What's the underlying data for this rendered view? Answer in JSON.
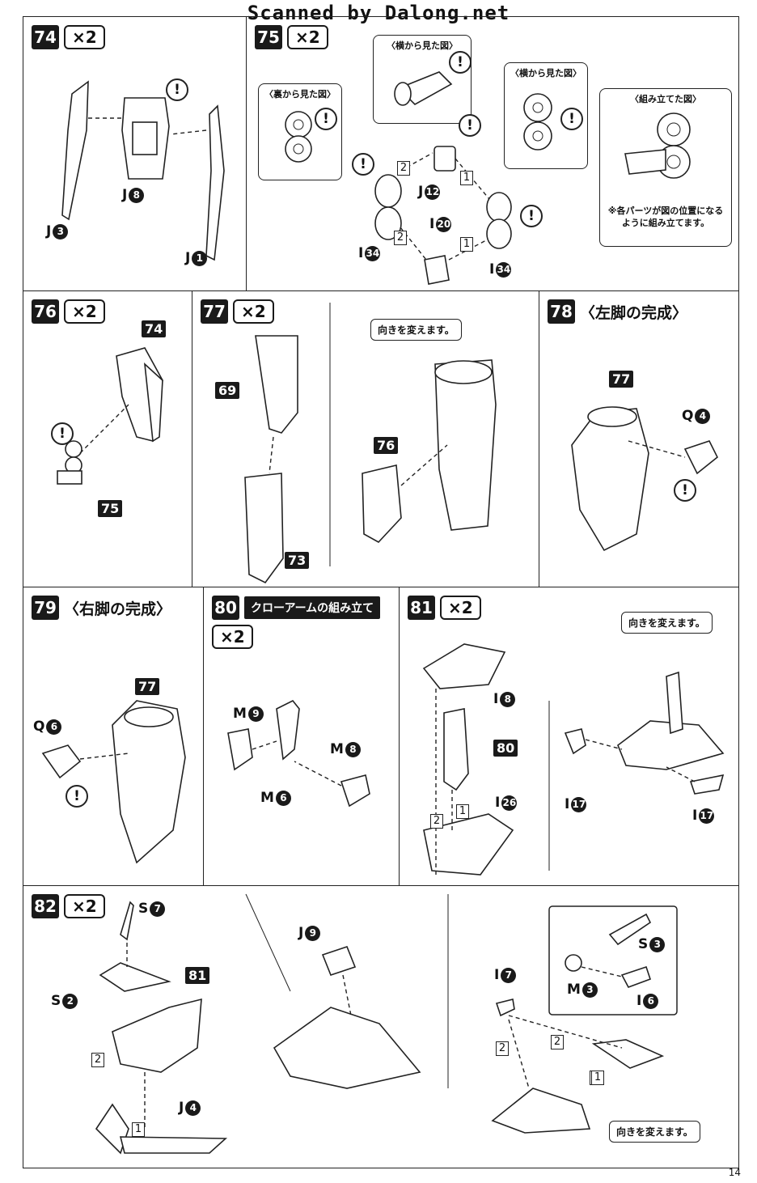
{
  "header": {
    "text": "Scanned by Dalong.net"
  },
  "page_number": "14",
  "warning_symbol": "!",
  "steps": [
    {
      "num": "74",
      "qty": "×2",
      "labels": {
        "j3": {
          "letter": "J",
          "n": "3"
        },
        "j8": {
          "letter": "J",
          "n": "8"
        },
        "j1": {
          "letter": "J",
          "n": "1"
        }
      }
    },
    {
      "num": "75",
      "qty": "×2",
      "callouts": {
        "back": "〈裏から見た図〉",
        "side1": "〈横から見た図〉",
        "side2": "〈横から見た図〉",
        "assembled": "〈組み立てた図〉"
      },
      "note": "※各パーツが図の位置になるように組み立てます。",
      "labels": {
        "j12": {
          "letter": "J",
          "n": "12"
        },
        "i20": {
          "letter": "I",
          "n": "20"
        },
        "i34a": {
          "letter": "I",
          "n": "34"
        },
        "i34b": {
          "letter": "I",
          "n": "34"
        }
      },
      "seq": [
        "2",
        "1",
        "2",
        "1"
      ]
    },
    {
      "num": "76",
      "qty": "×2",
      "refs": [
        "74",
        "75"
      ]
    },
    {
      "num": "77",
      "qty": "×2",
      "refs": [
        "69",
        "73",
        "76"
      ],
      "bubble": "向きを変えます。"
    },
    {
      "num": "78",
      "title": "〈左脚の完成〉",
      "refs": [
        "77"
      ],
      "labels": {
        "q4": {
          "letter": "Q",
          "n": "4"
        }
      }
    },
    {
      "num": "79",
      "title": "〈右脚の完成〉",
      "refs": [
        "77"
      ],
      "labels": {
        "q6": {
          "letter": "Q",
          "n": "6"
        }
      }
    },
    {
      "num": "80",
      "banner": "クローアームの組み立て",
      "qty": "×2",
      "labels": {
        "m9": {
          "letter": "M",
          "n": "9"
        },
        "m8": {
          "letter": "M",
          "n": "8"
        },
        "m6": {
          "letter": "M",
          "n": "6"
        }
      }
    },
    {
      "num": "81",
      "qty": "×2",
      "refs": [
        "80"
      ],
      "bubble": "向きを変えます。",
      "labels": {
        "i8": {
          "letter": "I",
          "n": "8"
        },
        "i26": {
          "letter": "I",
          "n": "26"
        },
        "i17a": {
          "letter": "I",
          "n": "17"
        },
        "i17b": {
          "letter": "I",
          "n": "17"
        }
      },
      "seq": [
        "2",
        "1"
      ]
    },
    {
      "num": "82",
      "qty": "×2",
      "refs": [
        "81"
      ],
      "bubble": "向きを変えます。",
      "labels": {
        "s7": {
          "letter": "S",
          "n": "7"
        },
        "s2": {
          "letter": "S",
          "n": "2"
        },
        "j4": {
          "letter": "J",
          "n": "4"
        },
        "j9": {
          "letter": "J",
          "n": "9"
        },
        "i7": {
          "letter": "I",
          "n": "7"
        },
        "s3": {
          "letter": "S",
          "n": "3"
        },
        "m3": {
          "letter": "M",
          "n": "3"
        },
        "i6": {
          "letter": "I",
          "n": "6"
        }
      },
      "seq": [
        "2",
        "1",
        "2",
        "1"
      ]
    }
  ]
}
